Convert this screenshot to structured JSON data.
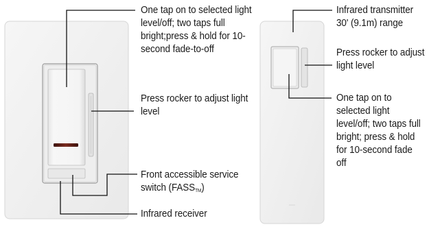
{
  "dimmer": {
    "tap_callout": "One tap on to selected light level/off; two taps full bright;press & hold for 10-second fade-to-off",
    "rocker_callout": "Press rocker to adjust light level",
    "fass_callout_main": "Front accessible service switch (FASS",
    "fass_callout_mark": "TM",
    "fass_callout_end": ")",
    "receiver_callout": "Infrared receiver"
  },
  "remote": {
    "transmitter_callout": "Infrared transmitter 30' (9.1m) range",
    "rocker_callout": "Press rocker to adjust light level",
    "tap_callout": "One tap on to selected light level/off; two taps full bright; press & hold for 10-second fade off"
  },
  "colors": {
    "plate_fill": "#f1f1f1",
    "plate_edge": "#d0d0d0",
    "leader_line": "#111111",
    "led_bar": "#5a1d16",
    "text": "#1a1a1a"
  }
}
